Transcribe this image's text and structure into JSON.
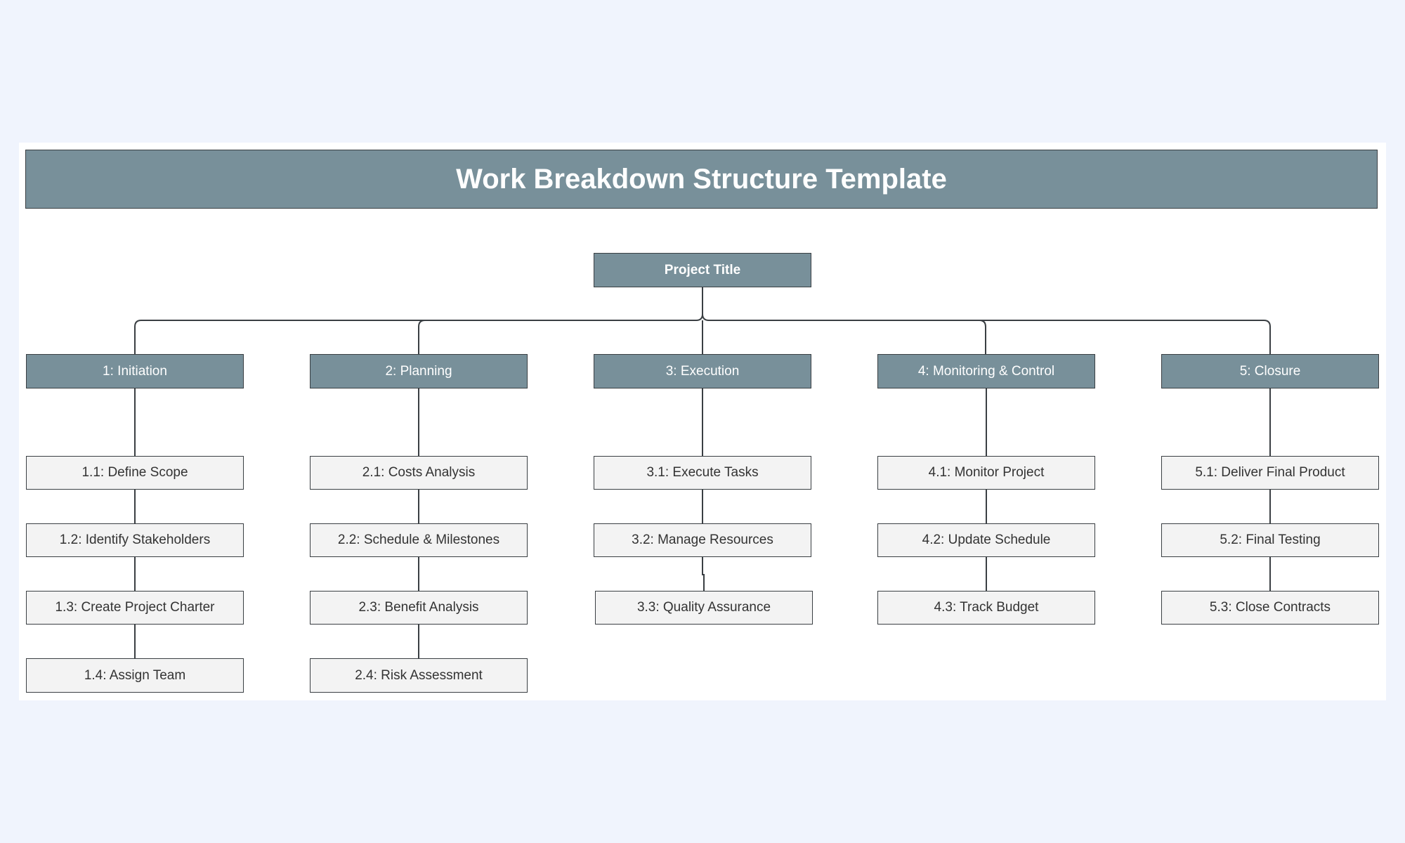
{
  "diagram": {
    "title": "Work Breakdown Structure Template",
    "root": "Project Title",
    "phases": [
      {
        "label": "1: Initiation",
        "tasks": [
          "1.1: Define Scope",
          "1.2: Identify Stakeholders",
          "1.3: Create Project Charter",
          "1.4: Assign Team"
        ]
      },
      {
        "label": "2: Planning",
        "tasks": [
          "2.1: Costs Analysis",
          "2.2: Schedule & Milestones",
          "2.3: Benefit Analysis",
          "2.4: Risk Assessment"
        ]
      },
      {
        "label": "3: Execution",
        "tasks": [
          "3.1: Execute Tasks",
          "3.2: Manage Resources",
          "3.3: Quality Assurance"
        ]
      },
      {
        "label": "4: Monitoring & Control",
        "tasks": [
          "4.1: Monitor Project",
          "4.2: Update Schedule",
          "4.3: Track Budget"
        ]
      },
      {
        "label": "5: Closure",
        "tasks": [
          "5.1: Deliver Final Product",
          "5.2: Final Testing",
          "5.3: Close Contracts"
        ]
      }
    ],
    "colors": {
      "page_background": "#f0f4fd",
      "canvas": "#ffffff",
      "header_fill": "#78909a",
      "task_fill": "#f3f3f3",
      "border": "#3a3f43",
      "header_text": "#ffffff",
      "task_text": "#333333"
    }
  }
}
